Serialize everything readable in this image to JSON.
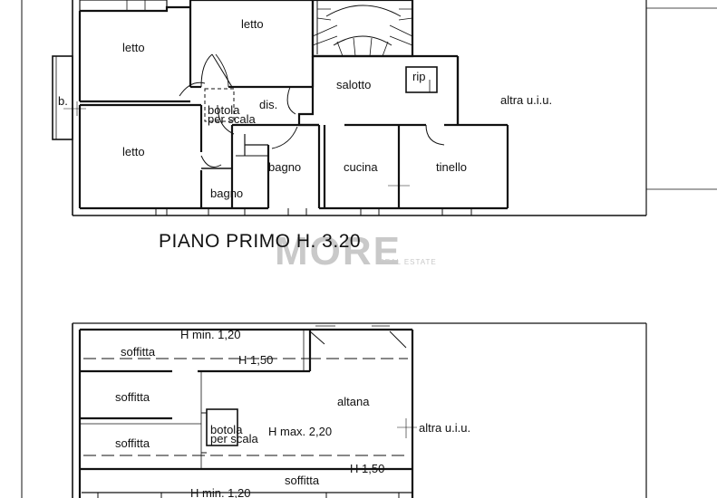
{
  "floor1": {
    "title": "PIANO PRIMO H. 3.20",
    "rooms": {
      "letto_top": "letto",
      "letto_left": "letto",
      "letto_bottom": "letto",
      "balcony": "b.",
      "botola": "botola",
      "per_scala": "per scala",
      "dis": "dis.",
      "salotto": "salotto",
      "rip": "rip",
      "altra": "altra u.i.u.",
      "bagno_main": "bagno",
      "bagno_small": "bagno",
      "cucina": "cucina",
      "tinello": "tinello"
    }
  },
  "attic": {
    "h_min_top": "H min. 1,20",
    "soffitta_1": "soffitta",
    "h150_top": "H 1,50",
    "soffitta_2": "soffitta",
    "altana": "altana",
    "botola": "botola",
    "per_scala": "per scala",
    "h_max": "H max. 2,20",
    "soffitta_3": "soffitta",
    "altra": "altra u.i.u.",
    "h150_bottom": "H 1,50",
    "soffitta_4": "soffitta",
    "h_min_bottom": "H min. 1,20"
  },
  "watermark": {
    "logo": "MORE",
    "tagline": "REAL ESTATE"
  }
}
